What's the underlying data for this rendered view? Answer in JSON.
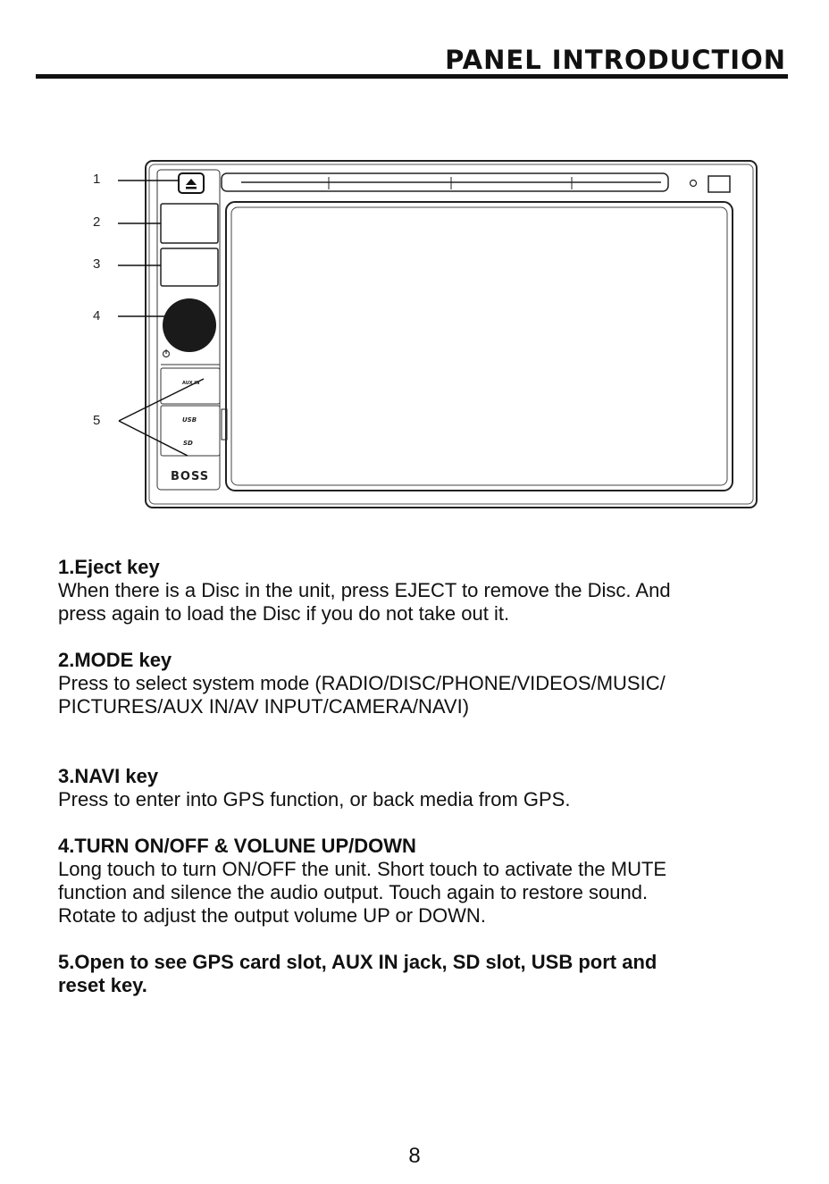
{
  "header": {
    "title": "PANEL INTRODUCTION"
  },
  "diagram": {
    "callouts": [
      "1",
      "2",
      "3",
      "4",
      "5"
    ],
    "panel_labels": {
      "aux": "AUX IN",
      "usb": "USB",
      "sd": "SD",
      "brand": "BOSS"
    },
    "icons": [
      "eject-icon",
      "power-icon"
    ]
  },
  "sections": [
    {
      "heading": "1.Eject key",
      "lines": [
        "When there is a Disc in the unit, press EJECT to remove the Disc. And",
        "press again to load the Disc if you do not take out it."
      ]
    },
    {
      "heading": "2.MODE key",
      "lines": [
        "Press to select system mode (RADIO/DISC/PHONE/VIDEOS/MUSIC/",
        "PICTURES/AUX IN/AV INPUT/CAMERA/NAVI)"
      ]
    },
    {
      "heading": "3.NAVI key",
      "lines": [
        "Press to enter into GPS function, or back media from GPS."
      ]
    },
    {
      "heading": "4.TURN ON/OFF & VOLUNE UP/DOWN",
      "lines": [
        "Long touch to turn ON/OFF the unit. Short touch to activate the MUTE",
        "function and silence the audio output. Touch again to restore sound.",
        "Rotate to adjust the output volume UP or DOWN."
      ]
    },
    {
      "heading": "5.Open to see GPS card slot, AUX IN jack, SD slot, USB port and",
      "heading2": "reset key.",
      "lines": []
    }
  ],
  "footer": {
    "page_number": "8"
  }
}
